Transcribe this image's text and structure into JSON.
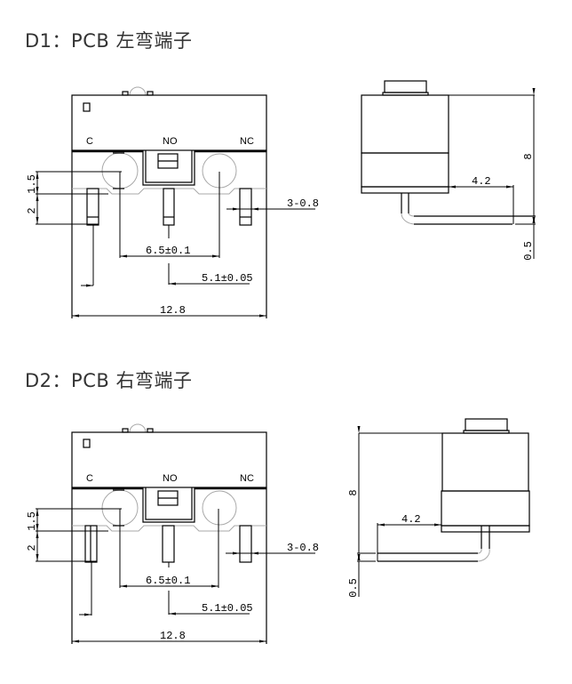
{
  "drawings": [
    {
      "title": "D1：PCB 左弯端子",
      "terminal_labels": {
        "c": "C",
        "no": "NO",
        "nc": "NC"
      },
      "front_dims": {
        "h1": "1.5",
        "h2": "2",
        "pin_width": "3-0.8",
        "pitch": "6.5±0.1",
        "offset": "5.1±0.05",
        "width": "12.8"
      },
      "side_dims": {
        "height": "8",
        "bend": "4.2",
        "thickness": "0.5"
      },
      "bend_direction": "left"
    },
    {
      "title": "D2：PCB 右弯端子",
      "terminal_labels": {
        "c": "C",
        "no": "NO",
        "nc": "NC"
      },
      "front_dims": {
        "h1": "1.5",
        "h2": "2",
        "pin_width": "3-0.8",
        "pitch": "6.5±0.1",
        "offset": "5.1±0.05",
        "width": "12.8"
      },
      "side_dims": {
        "height": "8",
        "bend": "4.2",
        "thickness": "0.5"
      },
      "bend_direction": "right"
    }
  ]
}
